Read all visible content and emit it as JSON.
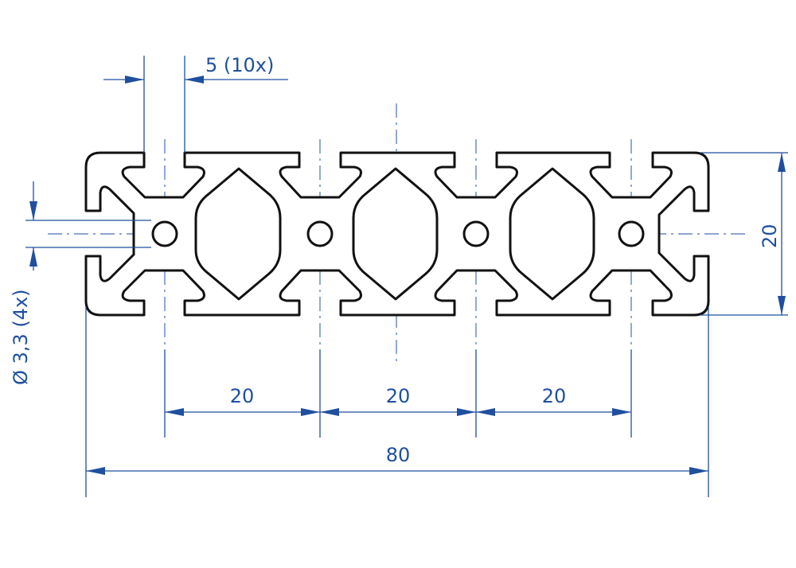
{
  "dimensions": {
    "slot_width": "5 (10x)",
    "hole_diameter": "Ø 3,3 (4x)",
    "height": "20",
    "pitch_1": "20",
    "pitch_2": "20",
    "pitch_3": "20",
    "overall_width": "80"
  },
  "colors": {
    "dimension": "#1f4f9e",
    "outline": "#111111",
    "background": "#ffffff"
  }
}
